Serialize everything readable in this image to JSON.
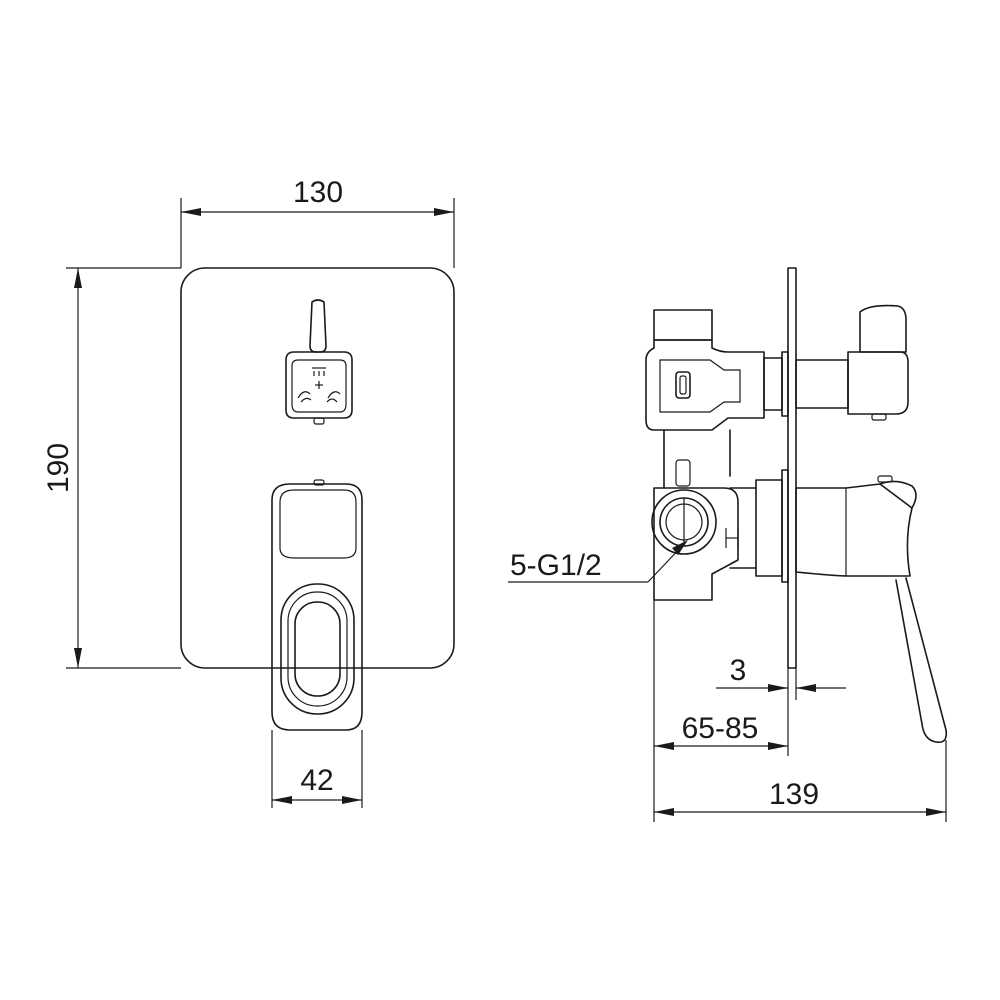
{
  "dimensions": {
    "plate_width": "130",
    "plate_height": "190",
    "lever_width": "42",
    "thread": "5-G1/2",
    "plate_thickness": "3",
    "install_depth": "65-85",
    "total_depth": "139"
  }
}
